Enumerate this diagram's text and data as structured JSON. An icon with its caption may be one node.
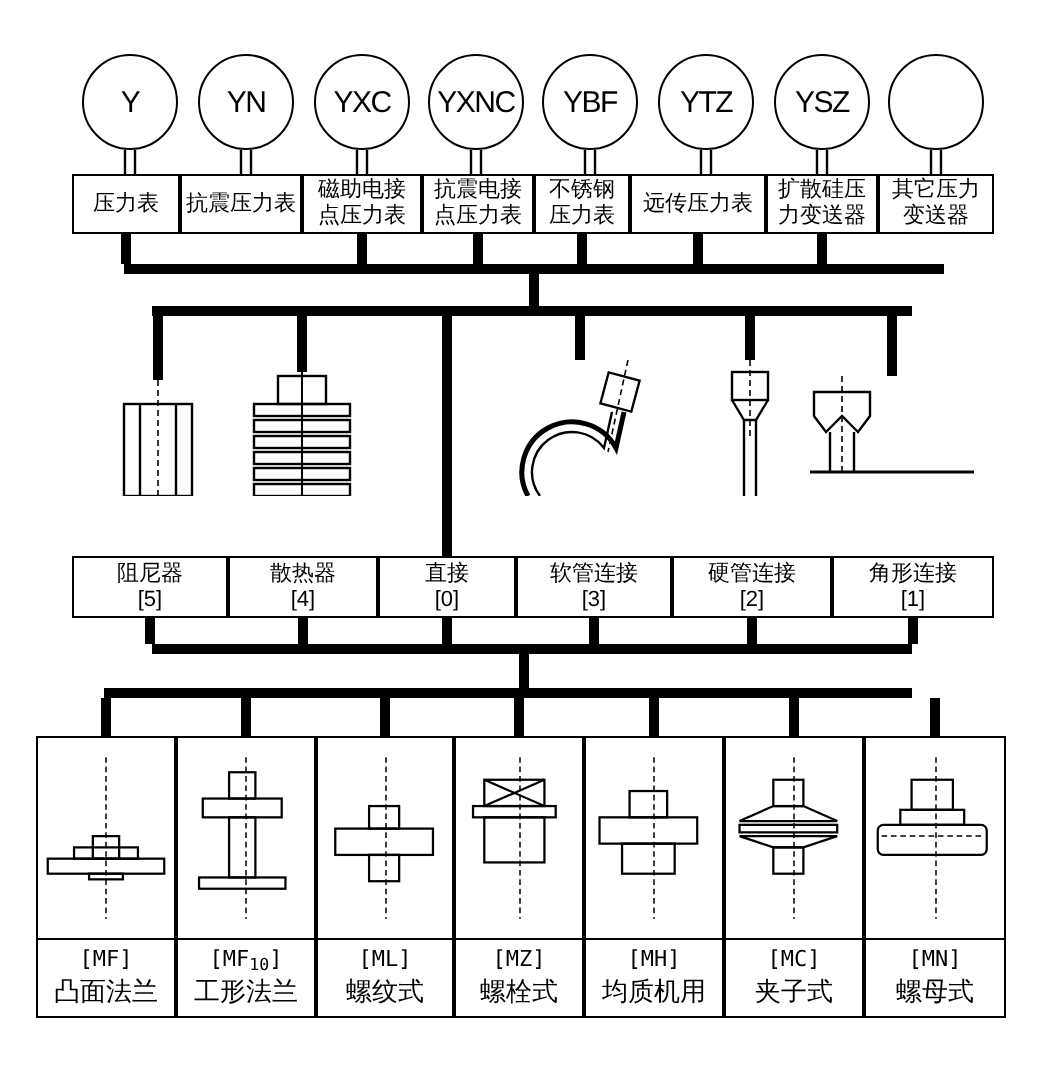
{
  "diagram": {
    "nodes": [
      {
        "text": [
          "Y"
        ]
      },
      {
        "text": [
          "YN"
        ]
      },
      {
        "text": [
          "YXC"
        ]
      },
      {
        "text": [
          "YXNC"
        ]
      },
      {
        "text": [
          "YBF"
        ]
      },
      {
        "text": [
          "YTZ"
        ]
      },
      {
        "text": [
          "YSZ"
        ]
      },
      {
        "text": [],
        "shape": "circle"
      },
      {
        "text": [
          "压力表"
        ]
      },
      {
        "text": [
          "抗震压力表"
        ]
      },
      {
        "text": [
          "磁助电接点压力表"
        ]
      },
      {
        "text": [
          "抗震电接点压力表"
        ]
      },
      {
        "text": [
          "不锈钢压力表"
        ]
      },
      {
        "text": [
          "远传压力表"
        ]
      },
      {
        "text": [
          "扩散硅压力变送器"
        ]
      },
      {
        "text": [
          "其它压力变送器"
        ]
      },
      {
        "text": [],
        "shape": "bar"
      },
      {
        "text": [],
        "shape": "bar"
      },
      {
        "text": [],
        "shape": "picture"
      },
      {
        "text": [],
        "shape": "picture"
      },
      {
        "text": [],
        "shape": "picture"
      },
      {
        "text": [],
        "shape": "picture"
      },
      {
        "text": [],
        "shape": "picture"
      },
      {
        "text": [
          "阻尼器",
          "[5]"
        ]
      },
      {
        "text": [
          "散热器",
          "[4]"
        ]
      },
      {
        "text": [
          "直接",
          "[0]"
        ]
      },
      {
        "text": [
          "软管连接",
          "[3]"
        ]
      },
      {
        "text": [
          "硬管连接",
          "[2]"
        ]
      },
      {
        "text": [
          "角形连接",
          "[1]"
        ]
      },
      {
        "text": [],
        "shape": "bar"
      },
      {
        "text": [],
        "shape": "bar"
      },
      {
        "text": [
          "[MF]",
          "凸面法兰"
        ]
      },
      {
        "text": [
          "[MF$_{10}$]",
          "工形法兰"
        ]
      },
      {
        "text": [
          "[ML]",
          "螺纹式"
        ]
      },
      {
        "text": [
          "[MZ]",
          "螺栓式"
        ]
      },
      {
        "text": [
          "[MH]",
          "均质机用"
        ]
      },
      {
        "text": [
          "[MC]",
          "夹子式"
        ]
      },
      {
        "text": [
          "[MN]",
          "螺母式"
        ]
      }
    ],
    "edges": [
      {
        "from": 0,
        "to": 8,
        "arrow": "none"
      },
      {
        "from": 1,
        "to": 9,
        "arrow": "none"
      },
      {
        "from": 2,
        "to": 10,
        "arrow": "none"
      },
      {
        "from": 3,
        "to": 11,
        "arrow": "none"
      },
      {
        "from": 4,
        "to": 12,
        "arrow": "none"
      },
      {
        "from": 5,
        "to": 13,
        "arrow": "none"
      },
      {
        "from": 6,
        "to": 14,
        "arrow": "none"
      },
      {
        "from": 7,
        "to": 15,
        "arrow": "none"
      },
      {
        "from": 8,
        "to": 16,
        "arrow": "none"
      },
      {
        "from": 10,
        "to": 16,
        "arrow": "none"
      },
      {
        "from": 11,
        "to": 16,
        "arrow": "none"
      },
      {
        "from": 12,
        "to": 16,
        "arrow": "none"
      },
      {
        "from": 13,
        "to": 16,
        "arrow": "none"
      },
      {
        "from": 14,
        "to": 16,
        "arrow": "none"
      },
      {
        "from": 16,
        "to": 17,
        "arrow": "none"
      },
      {
        "from": 17,
        "to": 18,
        "arrow": "none"
      },
      {
        "from": 17,
        "to": 19,
        "arrow": "none"
      },
      {
        "from": 17,
        "to": 25,
        "arrow": "none"
      },
      {
        "from": 17,
        "to": 20,
        "arrow": "none"
      },
      {
        "from": 17,
        "to": 21,
        "arrow": "none"
      },
      {
        "from": 17,
        "to": 22,
        "arrow": "none"
      },
      {
        "from": 23,
        "to": 29,
        "arrow": "none"
      },
      {
        "from": 24,
        "to": 29,
        "arrow": "none"
      },
      {
        "from": 25,
        "to": 29,
        "arrow": "none"
      },
      {
        "from": 26,
        "to": 29,
        "arrow": "none"
      },
      {
        "from": 27,
        "to": 29,
        "arrow": "none"
      },
      {
        "from": 28,
        "to": 29,
        "arrow": "none"
      },
      {
        "from": 29,
        "to": 30,
        "arrow": "none"
      },
      {
        "from": 30,
        "to": 31,
        "arrow": "none"
      },
      {
        "from": 30,
        "to": 32,
        "arrow": "none"
      },
      {
        "from": 30,
        "to": 33,
        "arrow": "none"
      },
      {
        "from": 30,
        "to": 34,
        "arrow": "none"
      },
      {
        "from": 30,
        "to": 35,
        "arrow": "none"
      },
      {
        "from": 30,
        "to": 36,
        "arrow": "none"
      },
      {
        "from": 30,
        "to": 37,
        "arrow": "none"
      }
    ]
  }
}
